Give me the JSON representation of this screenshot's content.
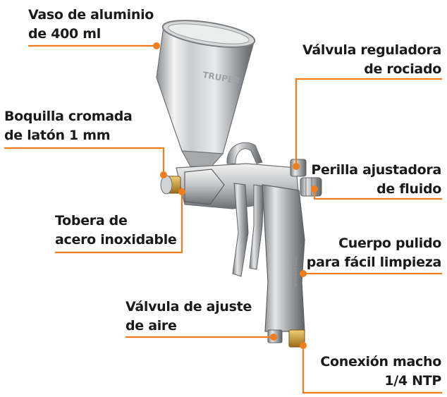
{
  "colors": {
    "accent": "#f07c1e",
    "text": "#1a1a1a",
    "metal_light": "#f2f2f2",
    "metal_mid": "#b9bbbd",
    "metal_dark": "#6d7073",
    "brass": "#c8962e"
  },
  "cup_embossed_brand": "TRUPER",
  "handle_embossed_brand": "TRUPER",
  "labels": {
    "cup": {
      "line1": "Vaso de aluminio",
      "line2": "de 400 ml"
    },
    "spray_valve": {
      "line1": "Válvula reguladora",
      "line2": "de rociado"
    },
    "brass_nozzle": {
      "line1": "Boquilla cromada",
      "line2": "de latón 1 mm"
    },
    "fluid_knob": {
      "line1": "Perilla ajustadora",
      "line2": "de fluido"
    },
    "stainless_tip": {
      "line1": "Tobera de",
      "line2": "acero inoxidable"
    },
    "body": {
      "line1": "Cuerpo pulido",
      "line2": "para fácil limpieza"
    },
    "air_valve": {
      "line1": "Válvula de ajuste",
      "line2": "de aire"
    },
    "male_connector": {
      "line1": "Conexión macho",
      "line2": "1/4 NTP"
    }
  }
}
